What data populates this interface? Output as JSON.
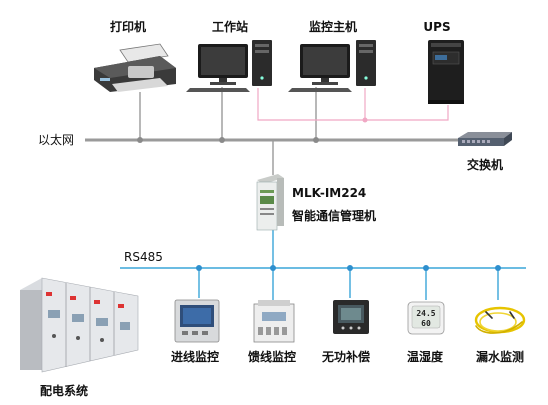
{
  "top_devices": {
    "printer": "打印机",
    "workstation": "工作站",
    "monitor_host": "监控主机",
    "ups": "UPS"
  },
  "ethernet_label": "以太网",
  "switch_label": "交换机",
  "gateway": {
    "model": "MLK-IM224",
    "name": "智能通信管理机"
  },
  "rs485_label": "RS485",
  "bottom_devices": {
    "incoming": "进线监控",
    "feeder": "馈线监控",
    "reactive": "无功补偿",
    "temp_humidity": "温湿度",
    "leak": "漏水监测"
  },
  "power_system_label": "配电系统",
  "display": {
    "temp_reading": "24.5",
    "humidity_reading": "60"
  },
  "colors": {
    "ethernet_bus": "#9a9a9a",
    "rs485_bus": "#3aa6d8",
    "ups_link": "#f0a8c4",
    "node": "#2e8fce"
  }
}
